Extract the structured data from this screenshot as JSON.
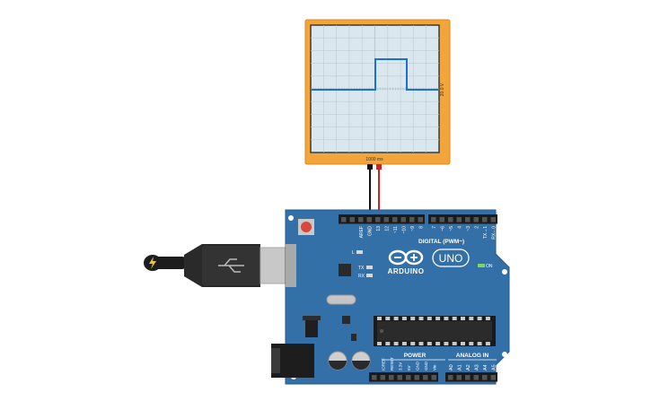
{
  "oscilloscope": {
    "time_label": "1000 ms",
    "voltage_label": "20.0 V",
    "trace_color": "#1f6fd1",
    "frame_color": "#f2a53a"
  },
  "board": {
    "brand": "ARDUINO",
    "model": "UNO",
    "on_label": "ON",
    "led_labels": {
      "l": "L",
      "tx": "TX",
      "rx": "RX"
    },
    "digital_header": "DIGITAL (PWM~)",
    "power_header": "POWER",
    "analog_header": "ANALOG IN",
    "top_pin_labels": [
      "AREF",
      "GND",
      "13",
      "12",
      "~11",
      "~10",
      "~9",
      "8",
      "7",
      "~6",
      "~5",
      "4",
      "~3",
      "2",
      "TX→1",
      "RX←0"
    ],
    "power_pin_labels": [
      "IOREF",
      "RESET",
      "3.3V",
      "5V",
      "GND",
      "GND",
      "Vin"
    ],
    "analog_pin_labels": [
      "A0",
      "A1",
      "A2",
      "A3",
      "A4",
      "A5"
    ],
    "board_color": "#3370a8"
  },
  "usb_cable": {
    "icon": "lightning-bolt-icon"
  },
  "wires": {
    "black": "#111111",
    "red": "#d32121"
  }
}
